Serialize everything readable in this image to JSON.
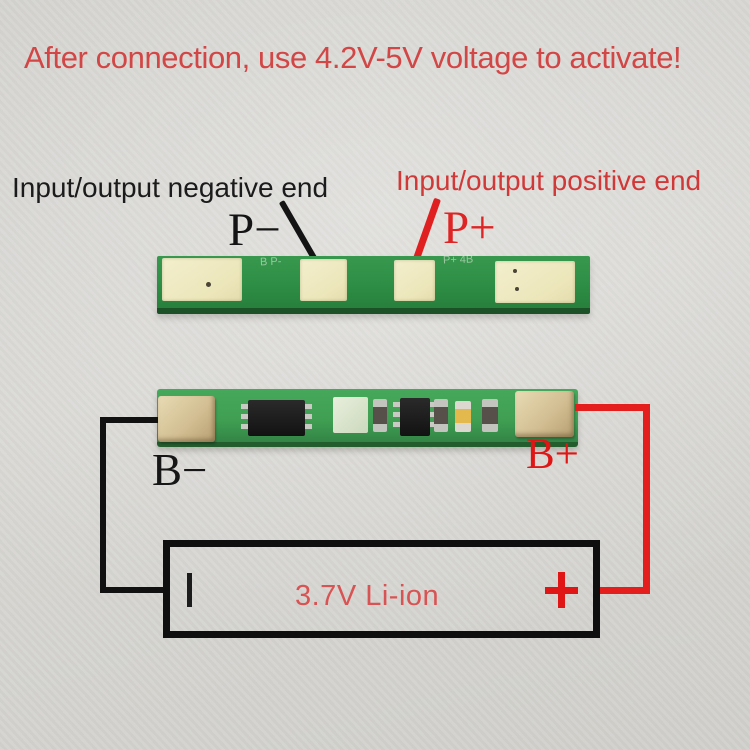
{
  "note": {
    "text": "After connection, use 4.2V-5V voltage to activate!"
  },
  "labels": {
    "negative_end": "Input/output negative end",
    "positive_end": "Input/output positive end",
    "p_minus": "P−",
    "p_plus": "P+",
    "b_minus": "B−",
    "b_plus": "B+"
  },
  "top_board": {
    "silkscreen_left": "B P-",
    "silkscreen_right": "P+ 4B"
  },
  "battery": {
    "label": "3.7V Li-ion",
    "positive_symbol": "+",
    "negative_symbol": "|"
  },
  "colors": {
    "background": "#d6d5d1",
    "note_red": "#d24646",
    "label_black": "#1b1b1b",
    "label_red": "#d13838",
    "wire_red": "#e41d1d",
    "wire_black": "#111111",
    "battery_text_red": "#d85353",
    "pcb_green_top": "#2e8e45",
    "pcb_green_bottom": "#3f9e52",
    "pad_cream": "#efe9c1",
    "pad_metal": "#d3bf93"
  }
}
